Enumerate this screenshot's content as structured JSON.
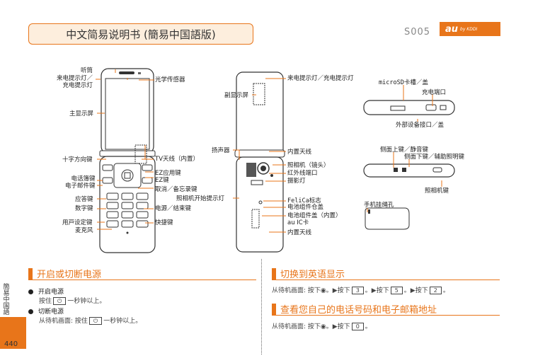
{
  "header": {
    "title": "中文简易说明书 (簡易中国語版)",
    "model": "S005",
    "logo_main": "au",
    "logo_sub": "by KDDI"
  },
  "phone_front_labels": {
    "earpiece": "听筒",
    "incoming_light": "来电提示灯／\n充电提示灯",
    "main_display": "主显示屏",
    "optical_sensor": "光学传感器",
    "cross_key": "十字方向键",
    "tv_antenna": "TV天线（内置）",
    "phonebook_key": "电话簿键\n电子邮件键",
    "ez_app_key": "EZ应用键\nEZ键",
    "cancel_key": "取消／备忘录键",
    "send_key": "应答键",
    "number_key": "数字键",
    "power_key": "电源／结束键",
    "user_key": "用戸设定键",
    "mic": "麦克风",
    "shortcut_key": "快捷键"
  },
  "phone_back_labels": {
    "sub_display": "副显示屏",
    "incoming_light": "来电提示灯／充电提示灯",
    "speaker": "扬声器",
    "inner_antenna": "内置天线",
    "camera": "照相机（镜头）",
    "ir_port": "红外线端口",
    "photo_light": "摄影灯",
    "camera_start_light": "照相机开始提示灯",
    "felica": "FeliCa标志",
    "battery_cover": "电池组件仓盖",
    "battery_pack": "电池组件盖（内置）\nau IC卡",
    "inner_antenna2": "内置天线"
  },
  "phone_side_labels": {
    "microsd": "microSD卡槽／盖",
    "charge_port": "充电端口",
    "ext_port": "外部设备接口／盖",
    "side_up_key": "侧面上键／静音键",
    "side_down_key": "侧面下键／辅助照明键",
    "camera_key": "照相机键",
    "strap_hole": "手机挂绳孔"
  },
  "sections": {
    "power": {
      "title": "开启或切断电源",
      "on_title": "开启电源",
      "on_text_a": "按住",
      "on_key": "⏻",
      "on_text_b": "一秒钟以上。",
      "off_title": "切断电源",
      "off_text_a": "从待机画面: 按住",
      "off_key": "⏻",
      "off_text_b": "一秒钟以上。"
    },
    "english": {
      "title": "切换到英语显示",
      "text_a": "从待机画面: 按下",
      "center": "◉",
      "text_b": "。▶按下",
      "k1": "3",
      "text_c": "。▶按下",
      "k2": "5",
      "text_d": "。▶按下",
      "k3": "2",
      "text_e": "。"
    },
    "myinfo": {
      "title": "查看您自己的电话号码和电子邮箱地址",
      "text_a": "从待机画面: 按下",
      "center": "◉",
      "text_b": "。▶按下",
      "k1": "0",
      "text_c": "。"
    }
  },
  "side_tab": "簡易中国語",
  "page_number": "440",
  "colors": {
    "accent": "#e8751a",
    "title_bg": "#fdeedd"
  }
}
